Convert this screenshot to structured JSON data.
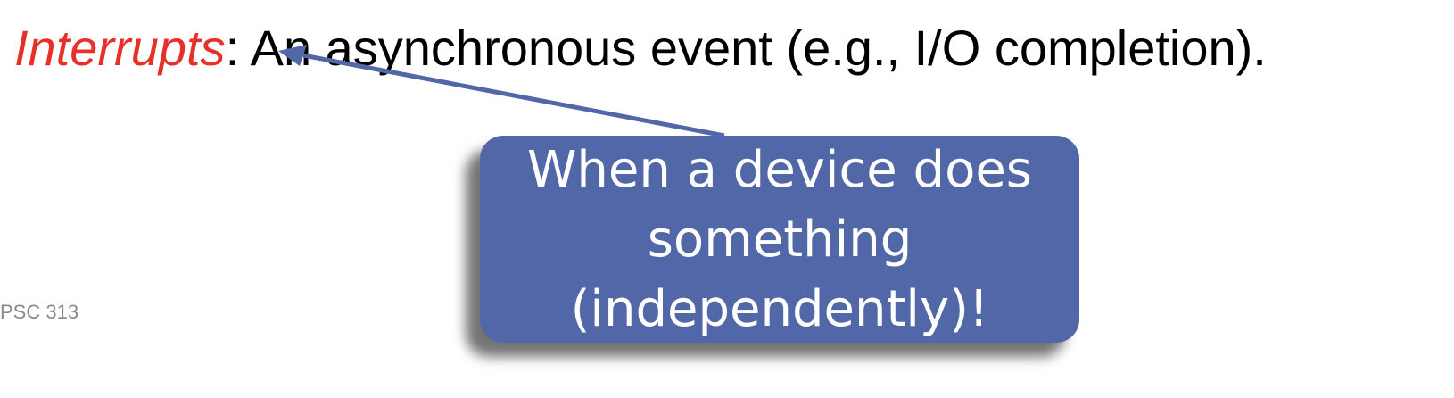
{
  "headline": {
    "term": "Interrupts",
    "definition": ": An asynchronous event (e.g., I/O completion)."
  },
  "footer": {
    "label": "PSC 313"
  },
  "callout": {
    "text": "When a device does\nsomething\n(independently)!"
  },
  "colors": {
    "term": "#e8302a",
    "callout_fill": "#5267a8",
    "arrow": "#5267a8",
    "text": "#000000"
  }
}
